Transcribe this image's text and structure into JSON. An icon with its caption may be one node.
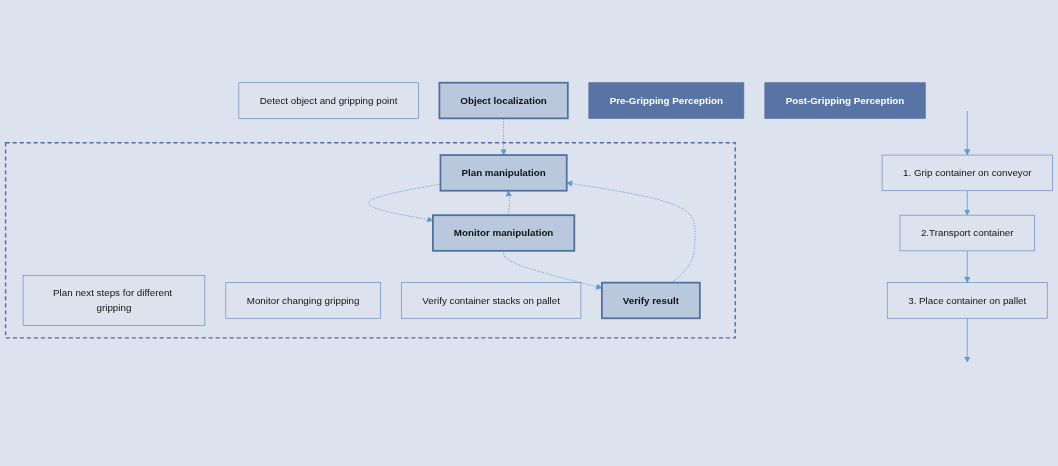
{
  "diagram": {
    "nodes": [
      {
        "text": [
          "Detect object and gripping point"
        ]
      },
      {
        "text": [
          "Object localization"
        ]
      },
      {
        "text": [
          "Pre-Gripping Perception"
        ]
      },
      {
        "text": [
          "1. Grip container on conveyor"
        ]
      },
      {
        "text": [],
        "shape": "box"
      },
      {
        "text": [
          "Plan next steps for different gripping"
        ],
        "in": 4
      },
      {
        "text": [
          "Plan manipulation"
        ],
        "in": 4
      },
      {
        "text": [
          "Post-Gripping Perception"
        ]
      },
      {
        "text": [
          "2.Transport container"
        ]
      },
      {
        "text": [
          "Monitor changing gripping"
        ],
        "in": 4
      },
      {
        "text": [
          "Monitor manipulation"
        ],
        "in": 4
      },
      {
        "text": [
          "3. Place container on pallet"
        ]
      },
      {
        "text": [
          "Verify container stacks on pallet"
        ],
        "in": 4
      },
      {
        "text": [
          "Verify result"
        ],
        "in": 4
      }
    ],
    "edges": [
      {
        "from": null,
        "to": 3,
        "arrow": "to"
      },
      {
        "from": 3,
        "to": 8,
        "arrow": "to"
      },
      {
        "from": 8,
        "to": 11,
        "arrow": "to"
      },
      {
        "from": 11,
        "to": null,
        "arrow": "to"
      },
      {
        "from": 1,
        "to": 6,
        "arrow": "to",
        "style": "dashed"
      },
      {
        "from": 6,
        "to": 10,
        "arrow": "to",
        "style": "dashed"
      },
      {
        "from": 10,
        "to": 13,
        "arrow": "to",
        "style": "dashed"
      },
      {
        "from": 10,
        "to": 6,
        "arrow": "to",
        "style": "dashed"
      },
      {
        "from": 13,
        "to": 6,
        "arrow": "to",
        "style": "dashed"
      }
    ]
  }
}
